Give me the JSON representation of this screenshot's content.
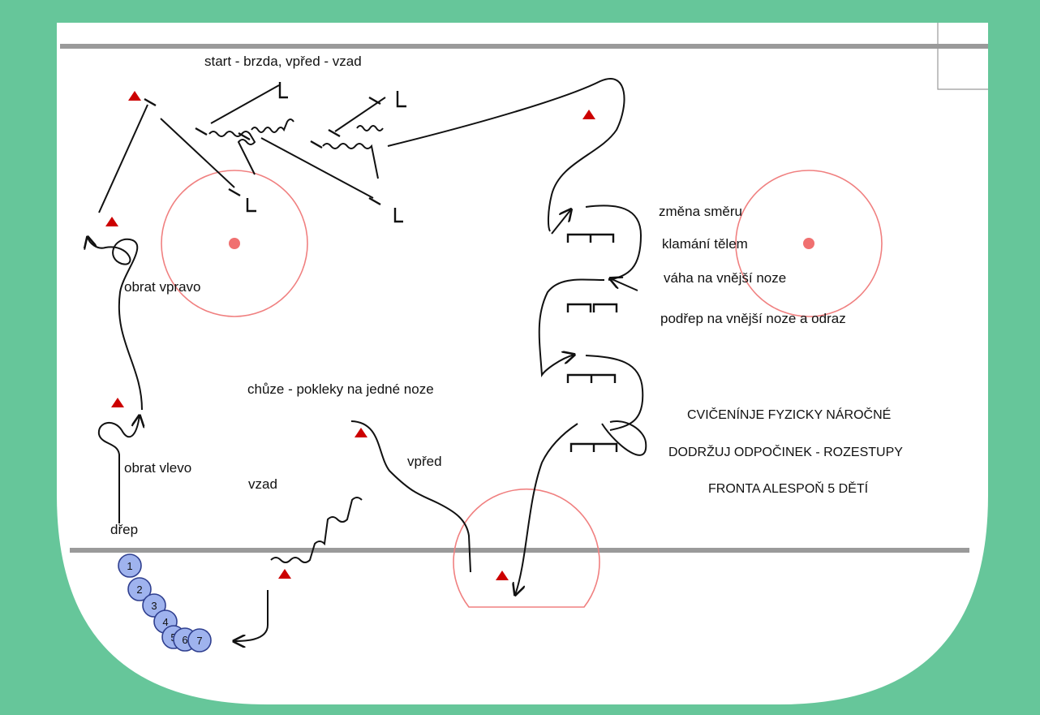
{
  "labels": {
    "start_brake": "start - brzda, vpřed - vzad",
    "turn_right": "obrat vpravo",
    "turn_left": "obrat vlevo",
    "squat": "dřep",
    "walk_kneel": "chůze - pokleky na jedné noze",
    "forward": "vpřed",
    "backward": "vzad",
    "direction_change": "změna směru",
    "body_feint": "klamání tělem",
    "weight_outer": "váha na vnější noze",
    "drop_push": "podřep na vnější noze a odraz"
  },
  "notes": {
    "line1": "CVIČENÍNJE FYZICKY NÁROČNÉ",
    "line2": "DODRŽUJ ODPOČINEK - ROZESTUPY",
    "line3": "FRONTA ALESPOŇ 5 DĚTÍ"
  },
  "players": [
    "1",
    "2",
    "3",
    "4",
    "5",
    "6",
    "7"
  ],
  "colors": {
    "background": "#66c69a",
    "rink": "#ffffff",
    "board_line": "#9a9a9a",
    "circle": "#f08080",
    "dot": "#f07070",
    "cone": "#cc0000",
    "player_fill": "#9fb3ee",
    "player_stroke": "#2f3f8f"
  },
  "icons": {
    "cone": "red-triangle",
    "player": "numbered-circle",
    "path": "arrow-line",
    "zigzag": "wavy-line",
    "stop": "bracket"
  }
}
